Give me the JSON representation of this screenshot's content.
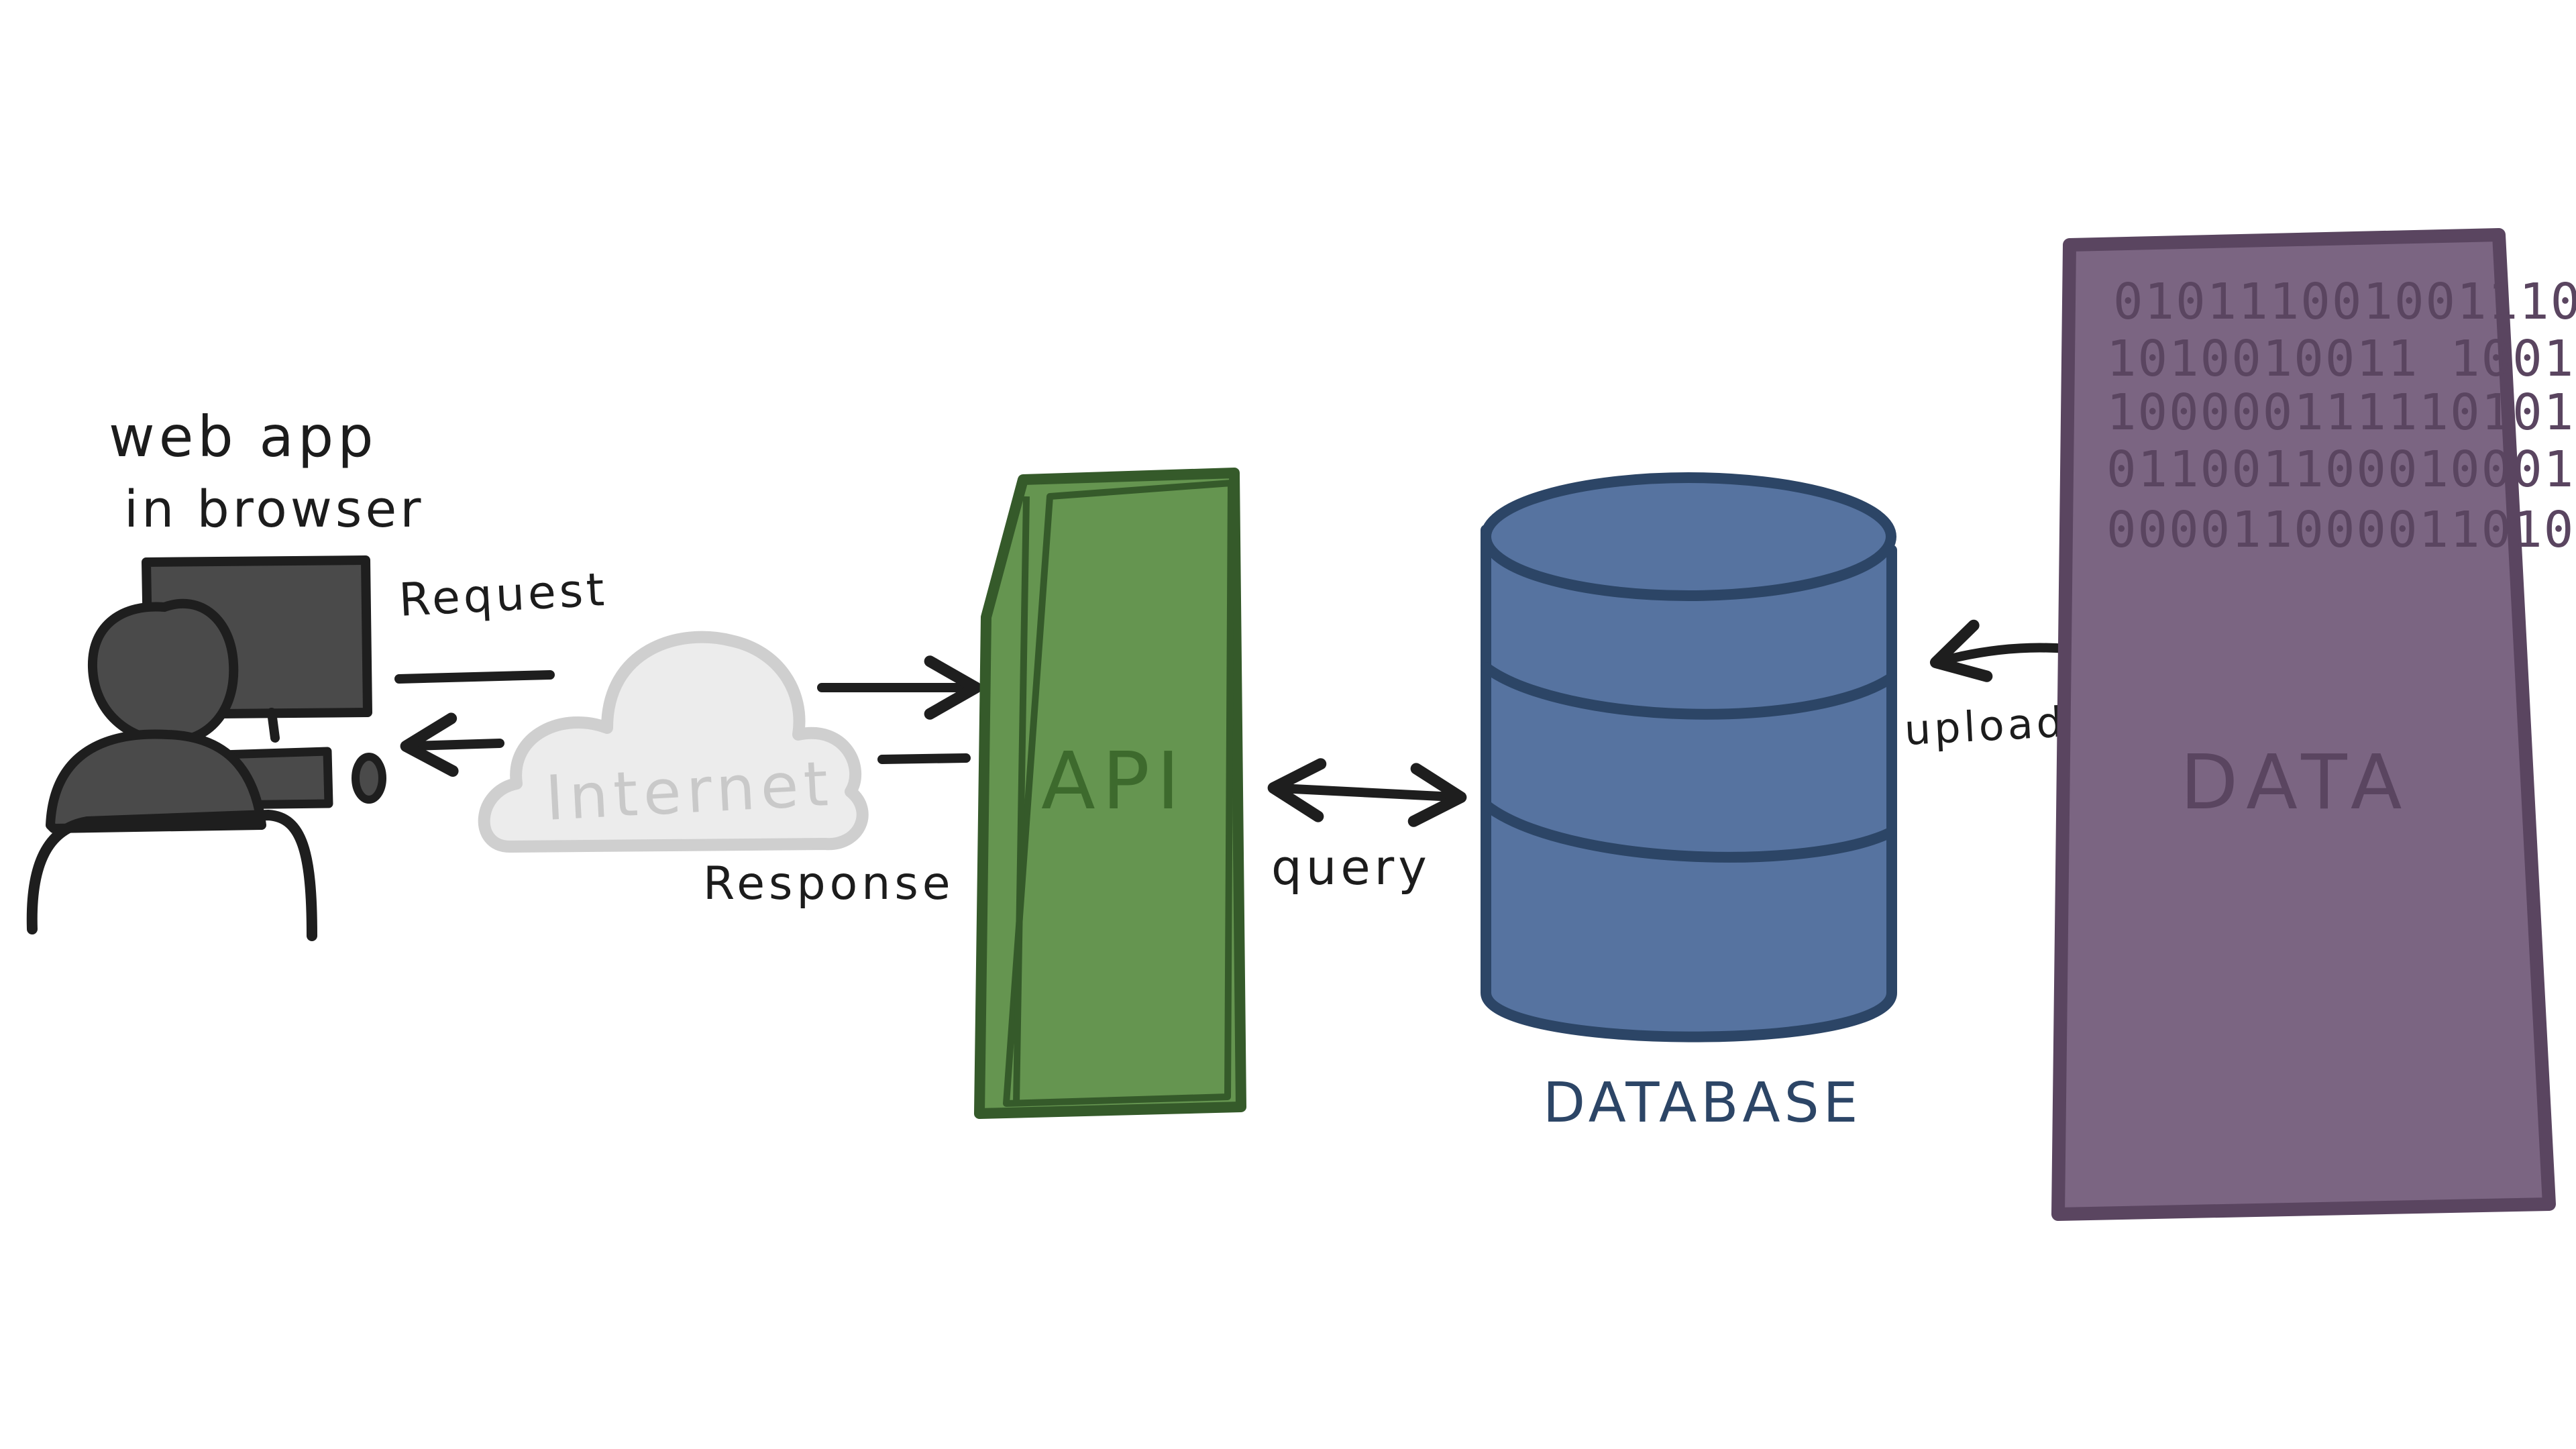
{
  "labels": {
    "web_app_line1": "web app",
    "web_app_line2": "in browser",
    "request": "Request",
    "response": "Response",
    "internet": "Internet",
    "api": "API",
    "query": "query",
    "upload": "upload",
    "database": "DATABASE",
    "data": "DATA"
  },
  "data_binary_rows": [
    "010111001001110",
    "1010010011 1001",
    "100000111110101",
    "011001100010001",
    "000011000011010"
  ],
  "colors": {
    "ink": "#1e1e1e",
    "person": "#4a4a4a",
    "cloud_fill": "#ececec",
    "cloud_stroke": "#cfcfcf",
    "api_fill": "#659550",
    "api_stroke": "#355a2a",
    "db_fill": "#5673a0",
    "db_stroke": "#2c4566",
    "data_fill": "#7b6582",
    "data_stroke": "#5a4560"
  },
  "icons": [
    "person-at-computer-icon",
    "cloud-icon",
    "database-icon"
  ]
}
